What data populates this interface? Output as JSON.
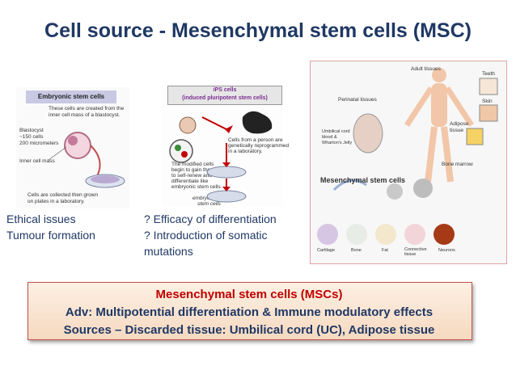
{
  "title": "Cell source - Mesenchymal stem cells (MSC)",
  "esc_panel": {
    "header": "Embryonic stem cells",
    "line1": "These cells are created from the",
    "line2": "inner cell mass of a blastocyst.",
    "blastocyst_label1": "Blastocyst",
    "blastocyst_label2": "~150 cells",
    "blastocyst_label3": "200 micrometers",
    "inner_mass_label": "Inner cell mass",
    "bottom1": "Cells are collected then grown",
    "bottom2": "on plates in a laboratory."
  },
  "ips_panel": {
    "header1": "iPS cells",
    "header2": "(induced pluripotent stem cells)",
    "text1": "Cells from a person are",
    "text2": "genetically reprogrammed",
    "text3": "in a laboratory.",
    "text4": "The modified cells",
    "text5": "begin to gain the ability",
    "text6": "to self-renew and",
    "text7": "differentiate like",
    "text8": "embryonic stem cells.",
    "text9": "embryonic-like",
    "text10": "stem cells"
  },
  "msc_panel": {
    "adult_tissues": "Adult tissues",
    "perinatal_tissues": "Perinatal tissues",
    "teeth": "Teeth",
    "skin": "Skin",
    "adipose": "Adipose tissue",
    "umbilical": "Umbilical cord blood & Wharton's Jelly",
    "bone_marrow": "Bone marrow",
    "msc_label": "Mesenchymal stem cells",
    "cartilage": "Cartilage",
    "bone": "Bone",
    "fat": "Fat",
    "connective": "Connective tissue",
    "neurons": "Neurons"
  },
  "labels": {
    "esc_line1": "Ethical issues",
    "esc_line2": "Tumour formation",
    "ips_line1": "? Efficacy of differentiation",
    "ips_line2": "? Introduction of somatic",
    "ips_line3": "mutations"
  },
  "box": {
    "heading": "Mesenchymal stem cells (MSCs)",
    "adv": "Adv: Multipotential differentiation & Immune modulatory effects",
    "sources": "Sources – Discarded tissue: Umbilical cord (UC), Adipose tissue"
  },
  "colors": {
    "title": "#1f3864",
    "box_heading": "#c00000",
    "box_text": "#1f3864",
    "box_border": "#c0504d"
  }
}
